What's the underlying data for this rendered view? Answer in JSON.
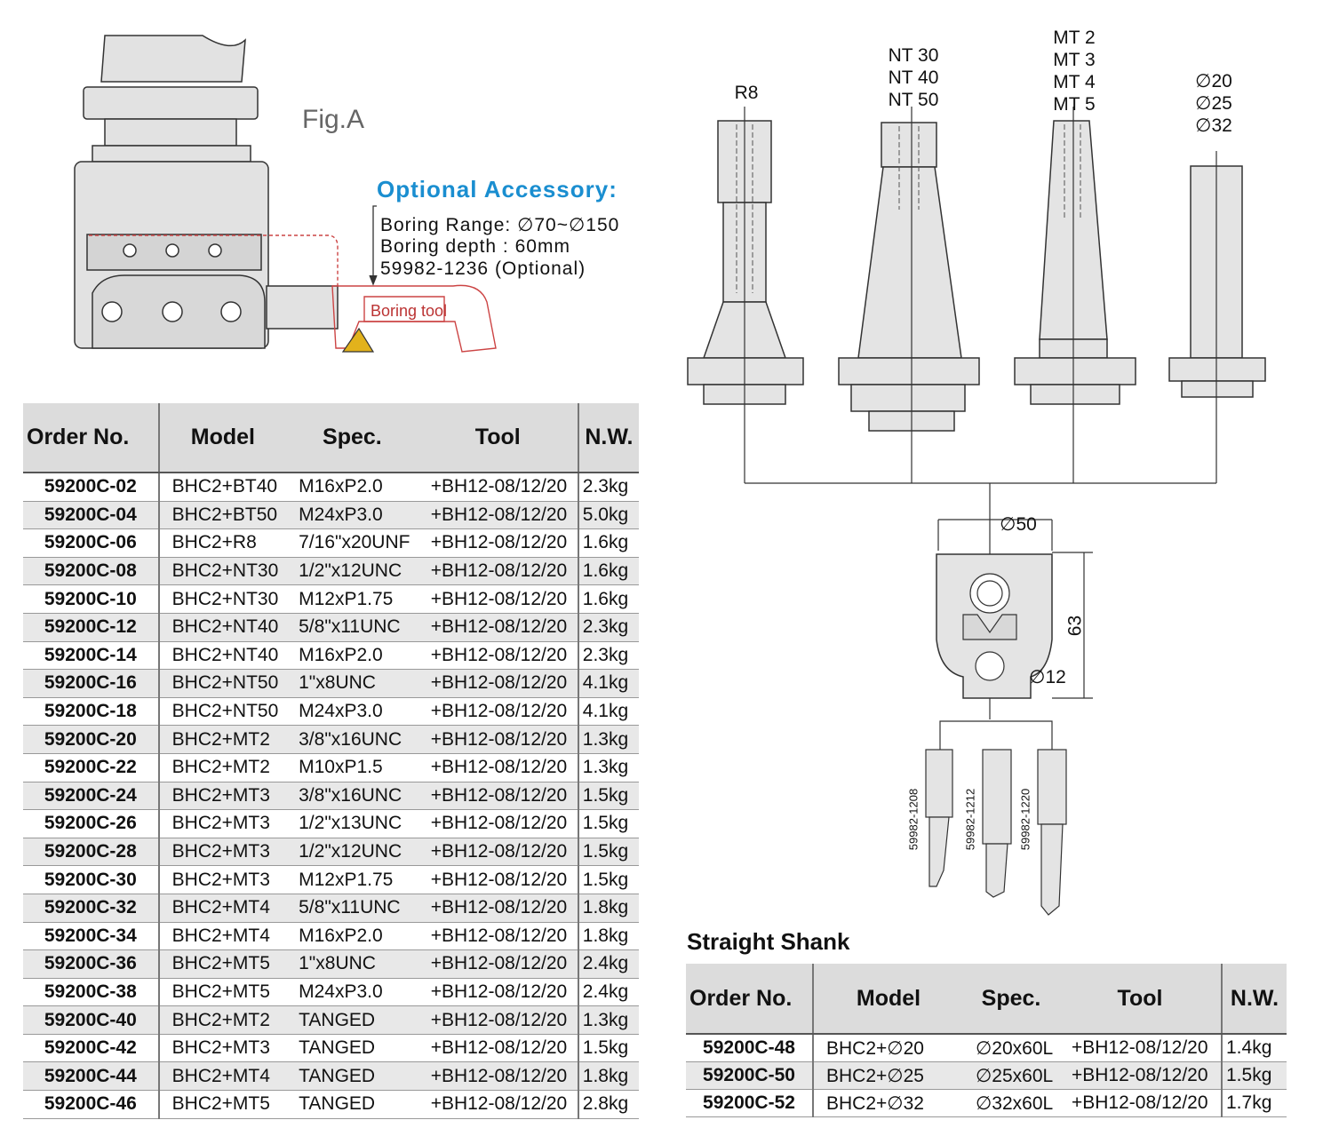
{
  "fig_label": "Fig.A",
  "accessory": {
    "title": "Optional Accessory:",
    "lines": [
      "Boring Range: ∅70~∅150",
      "Boring depth : 60mm",
      "59982-1236 (Optional)"
    ],
    "tool_label": "Boring tool"
  },
  "shank_labels": {
    "r8": "R8",
    "nt": [
      "NT 30",
      "NT 40",
      "NT 50"
    ],
    "mt": [
      "MT 2",
      "MT 3",
      "MT 4",
      "MT 5"
    ],
    "straight": [
      "∅20",
      "∅25",
      "∅32"
    ]
  },
  "dims": {
    "width": "∅50",
    "height": "63",
    "bore": "∅12"
  },
  "tool_codes": [
    "59982-1208",
    "59982-1212",
    "59982-1220"
  ],
  "main_table": {
    "headers": [
      "Order No.",
      "Model",
      "Spec.",
      "Tool",
      "N.W."
    ],
    "rows": [
      [
        "59200C-02",
        "BHC2+BT40",
        "M16xP2.0",
        "+BH12-08/12/20",
        "2.3kg"
      ],
      [
        "59200C-04",
        "BHC2+BT50",
        "M24xP3.0",
        "+BH12-08/12/20",
        "5.0kg"
      ],
      [
        "59200C-06",
        "BHC2+R8",
        "7/16\"x20UNF",
        "+BH12-08/12/20",
        "1.6kg"
      ],
      [
        "59200C-08",
        "BHC2+NT30",
        "1/2\"x12UNC",
        "+BH12-08/12/20",
        "1.6kg"
      ],
      [
        "59200C-10",
        "BHC2+NT30",
        "M12xP1.75",
        "+BH12-08/12/20",
        "1.6kg"
      ],
      [
        "59200C-12",
        "BHC2+NT40",
        "5/8\"x11UNC",
        "+BH12-08/12/20",
        "2.3kg"
      ],
      [
        "59200C-14",
        "BHC2+NT40",
        "M16xP2.0",
        "+BH12-08/12/20",
        "2.3kg"
      ],
      [
        "59200C-16",
        "BHC2+NT50",
        "1\"x8UNC",
        "+BH12-08/12/20",
        "4.1kg"
      ],
      [
        "59200C-18",
        "BHC2+NT50",
        "M24xP3.0",
        "+BH12-08/12/20",
        "4.1kg"
      ],
      [
        "59200C-20",
        "BHC2+MT2",
        "3/8\"x16UNC",
        "+BH12-08/12/20",
        "1.3kg"
      ],
      [
        "59200C-22",
        "BHC2+MT2",
        "M10xP1.5",
        "+BH12-08/12/20",
        "1.3kg"
      ],
      [
        "59200C-24",
        "BHC2+MT3",
        "3/8\"x16UNC",
        "+BH12-08/12/20",
        "1.5kg"
      ],
      [
        "59200C-26",
        "BHC2+MT3",
        "1/2\"x13UNC",
        "+BH12-08/12/20",
        "1.5kg"
      ],
      [
        "59200C-28",
        "BHC2+MT3",
        "1/2\"x12UNC",
        "+BH12-08/12/20",
        "1.5kg"
      ],
      [
        "59200C-30",
        "BHC2+MT3",
        "M12xP1.75",
        "+BH12-08/12/20",
        "1.5kg"
      ],
      [
        "59200C-32",
        "BHC2+MT4",
        "5/8\"x11UNC",
        "+BH12-08/12/20",
        "1.8kg"
      ],
      [
        "59200C-34",
        "BHC2+MT4",
        "M16xP2.0",
        "+BH12-08/12/20",
        "1.8kg"
      ],
      [
        "59200C-36",
        "BHC2+MT5",
        "1\"x8UNC",
        "+BH12-08/12/20",
        "2.4kg"
      ],
      [
        "59200C-38",
        "BHC2+MT5",
        "M24xP3.0",
        "+BH12-08/12/20",
        "2.4kg"
      ],
      [
        "59200C-40",
        "BHC2+MT2",
        "TANGED",
        "+BH12-08/12/20",
        "1.3kg"
      ],
      [
        "59200C-42",
        "BHC2+MT3",
        "TANGED",
        "+BH12-08/12/20",
        "1.5kg"
      ],
      [
        "59200C-44",
        "BHC2+MT4",
        "TANGED",
        "+BH12-08/12/20",
        "1.8kg"
      ],
      [
        "59200C-46",
        "BHC2+MT5",
        "TANGED",
        "+BH12-08/12/20",
        "2.8kg"
      ]
    ]
  },
  "straight_shank": {
    "title": "Straight Shank",
    "headers": [
      "Order No.",
      "Model",
      "Spec.",
      "Tool",
      "N.W."
    ],
    "rows": [
      [
        "59200C-48",
        "BHC2+∅20",
        "∅20x60L",
        "+BH12-08/12/20",
        "1.4kg"
      ],
      [
        "59200C-50",
        "BHC2+∅25",
        "∅25x60L",
        "+BH12-08/12/20",
        "1.5kg"
      ],
      [
        "59200C-52",
        "BHC2+∅32",
        "∅32x60L",
        "+BH12-08/12/20",
        "1.7kg"
      ]
    ]
  }
}
